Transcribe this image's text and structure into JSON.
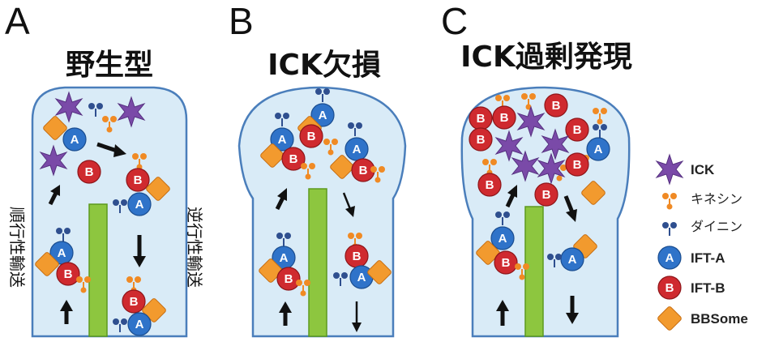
{
  "panels": [
    {
      "letter": "A",
      "title": "野生型"
    },
    {
      "letter": "B",
      "title": "ICK欠損"
    },
    {
      "letter": "C",
      "title": "ICK過剰発現"
    }
  ],
  "side_labels": {
    "anterograde": "順行性輸送",
    "retrograde": "逆行性輸送"
  },
  "legend": [
    {
      "name": "ick",
      "label": "ICK",
      "icon": "purple-star-icon"
    },
    {
      "name": "kinesin",
      "label": "キネシン",
      "icon": "kinesin-icon"
    },
    {
      "name": "dynein",
      "label": "ダイニン",
      "icon": "dynein-icon"
    },
    {
      "name": "ift-a",
      "label": "IFT-A",
      "icon": "ift-a-icon"
    },
    {
      "name": "ift-b",
      "label": "IFT-B",
      "icon": "ift-b-icon"
    },
    {
      "name": "bbsome",
      "label": "BBSome",
      "icon": "bbsome-icon"
    }
  ],
  "glyphs": {
    "a": "A",
    "b": "B"
  },
  "colors": {
    "cell_fill": "#d9ebf7",
    "cell_stroke": "#4a7ebb",
    "axoneme": "#8dc63f",
    "ift_a": "#2f73c9",
    "ift_b": "#cf2a2f",
    "bbsome": "#f29a2e",
    "ick": "#7a4aa8",
    "kinesin": "#f08a24",
    "dynein": "#2f4f8f"
  }
}
